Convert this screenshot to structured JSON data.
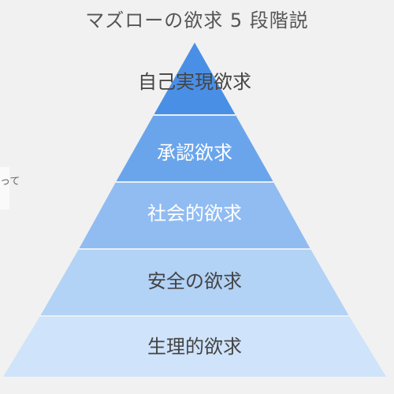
{
  "title": "マズローの欲求 5 段階説",
  "side_fragment": "って",
  "levels": [
    {
      "label": "自己実現欲求",
      "color": "#4a8fe6"
    },
    {
      "label": "承認欲求",
      "color": "#6aa5ec"
    },
    {
      "label": "社会的欲求",
      "color": "#90bcf2"
    },
    {
      "label": "安全の欲求",
      "color": "#b2d2f6"
    },
    {
      "label": "生理的欲求",
      "color": "#cfe3fa"
    }
  ],
  "colors": {
    "background": "#f1f1f1",
    "divider": "#e9eff7",
    "label_dark": "#444444",
    "label_light": "#ffffff"
  }
}
